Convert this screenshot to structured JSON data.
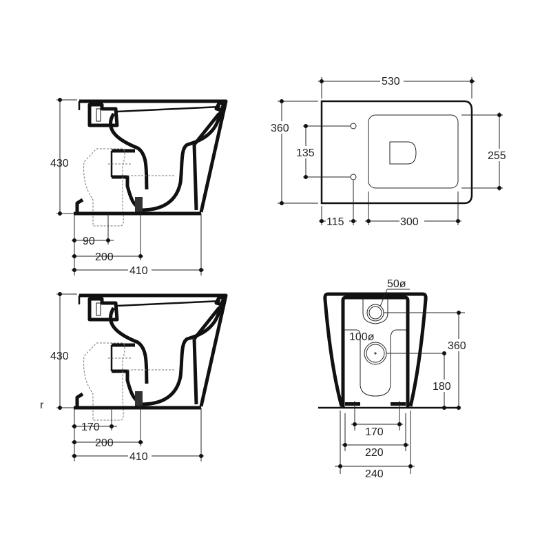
{
  "title": "Back-to-wall toilet technical drawing",
  "side_view_top": {
    "height": "430",
    "dim_a": "90",
    "dim_b": "200",
    "dim_c": "410"
  },
  "side_view_bottom": {
    "height": "430",
    "dim_a": "170",
    "dim_b": "200",
    "dim_c": "410",
    "stray_mark": "r"
  },
  "top_view": {
    "width": "530",
    "depth": "360",
    "fixing_spacing": "135",
    "seat_width": "255",
    "fix_offset": "115",
    "seat_depth": "300"
  },
  "rear_view": {
    "inlet": "50ø",
    "outlet": "100ø",
    "inlet_height": "360",
    "outlet_height": "180",
    "fix_a": "170",
    "fix_b": "220",
    "base_width": "240"
  }
}
